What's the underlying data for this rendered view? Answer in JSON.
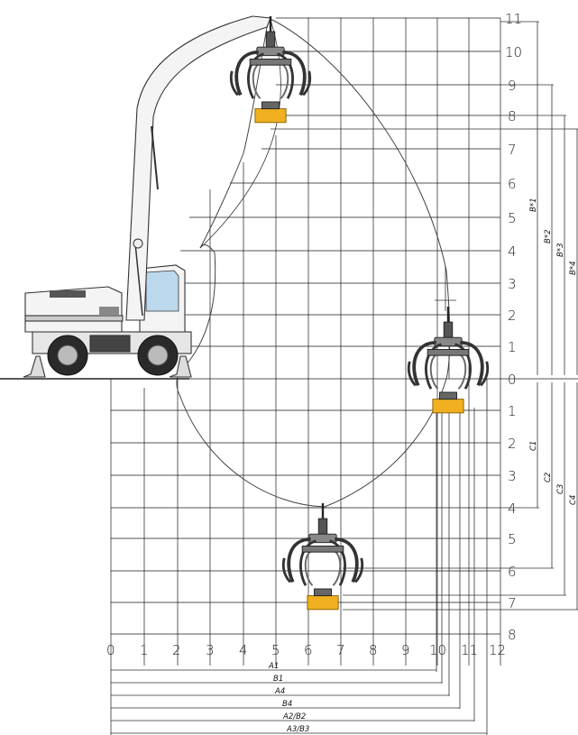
{
  "height_scale": [
    "11",
    "10",
    "9",
    "8",
    "7",
    "6",
    "5",
    "4",
    "3",
    "2",
    "1",
    "0"
  ],
  "depth_scale": [
    "1",
    "2",
    "3",
    "4",
    "5",
    "6",
    "7",
    "8"
  ],
  "reach_scale": [
    "0",
    "1",
    "2",
    "3",
    "4",
    "5",
    "6",
    "7",
    "8",
    "9",
    "10",
    "11",
    "12"
  ],
  "reach_dimensions": [
    "A1",
    "B1",
    "A4",
    "B4",
    "A2/B2",
    "A3/B3"
  ],
  "height_dimensions": [
    "B*1",
    "B*2",
    "B*3",
    "B*4"
  ],
  "depth_dimensions": [
    "C1",
    "C2",
    "C3",
    "C4"
  ],
  "colors": {
    "grapple_base": "#f0b020",
    "machine_body": "#f4f4f4",
    "grid": "#1a1a1a"
  }
}
